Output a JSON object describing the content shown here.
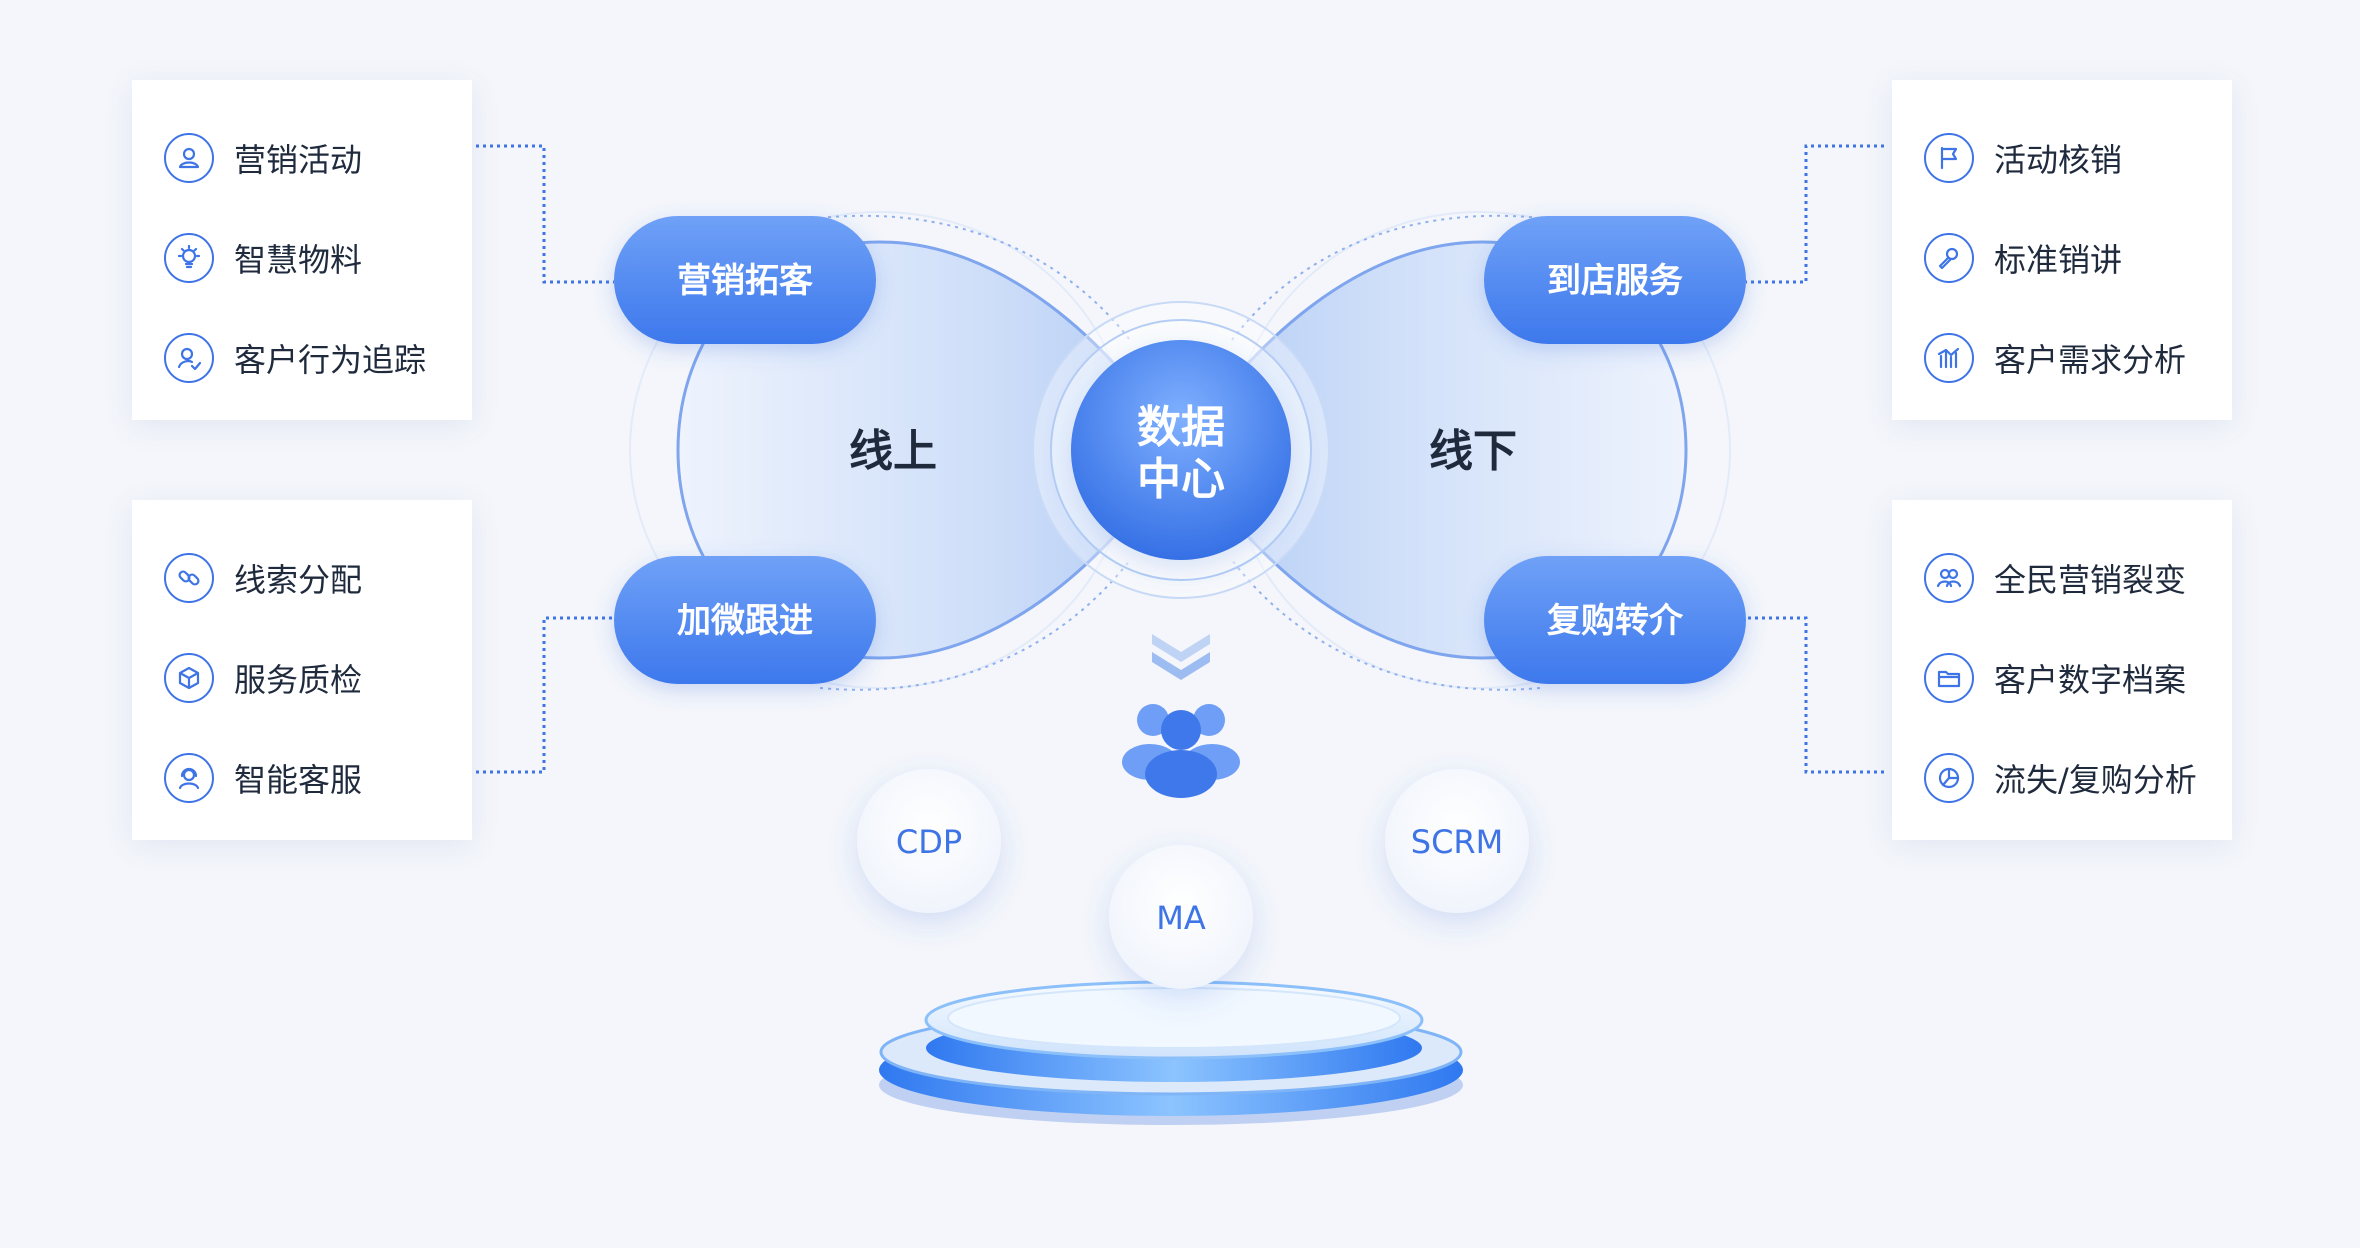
{
  "center": {
    "line1": "数据",
    "line2": "中心"
  },
  "sides": {
    "left": "线上",
    "right": "线下"
  },
  "pills": {
    "top_left": "营销拓客",
    "bottom_left": "加微跟进",
    "top_right": "到店服务",
    "bottom_right": "复购转介"
  },
  "panels": {
    "top_left": [
      {
        "label": "营销活动",
        "icon": "user-icon"
      },
      {
        "label": "智慧物料",
        "icon": "lightbulb-icon"
      },
      {
        "label": "客户行为追踪",
        "icon": "user-track-icon"
      }
    ],
    "bottom_left": [
      {
        "label": "线索分配",
        "icon": "link-icon"
      },
      {
        "label": "服务质检",
        "icon": "box-icon"
      },
      {
        "label": "智能客服",
        "icon": "headset-icon"
      }
    ],
    "top_right": [
      {
        "label": "活动核销",
        "icon": "flag-icon"
      },
      {
        "label": "标准销讲",
        "icon": "microphone-icon"
      },
      {
        "label": "客户需求分析",
        "icon": "chart-icon"
      }
    ],
    "bottom_right": [
      {
        "label": "全民营销裂变",
        "icon": "group-icon"
      },
      {
        "label": "客户数字档案",
        "icon": "folder-icon"
      },
      {
        "label": "流失/复购分析",
        "icon": "pie-chart-icon"
      }
    ]
  },
  "badges": {
    "cdp": "CDP",
    "ma": "MA",
    "scrm": "SCRM"
  },
  "colors": {
    "primary": "#3e74e6",
    "pill_blue": "#4a86f2",
    "text": "#1f2a3d",
    "background": "#f4f6fb"
  }
}
